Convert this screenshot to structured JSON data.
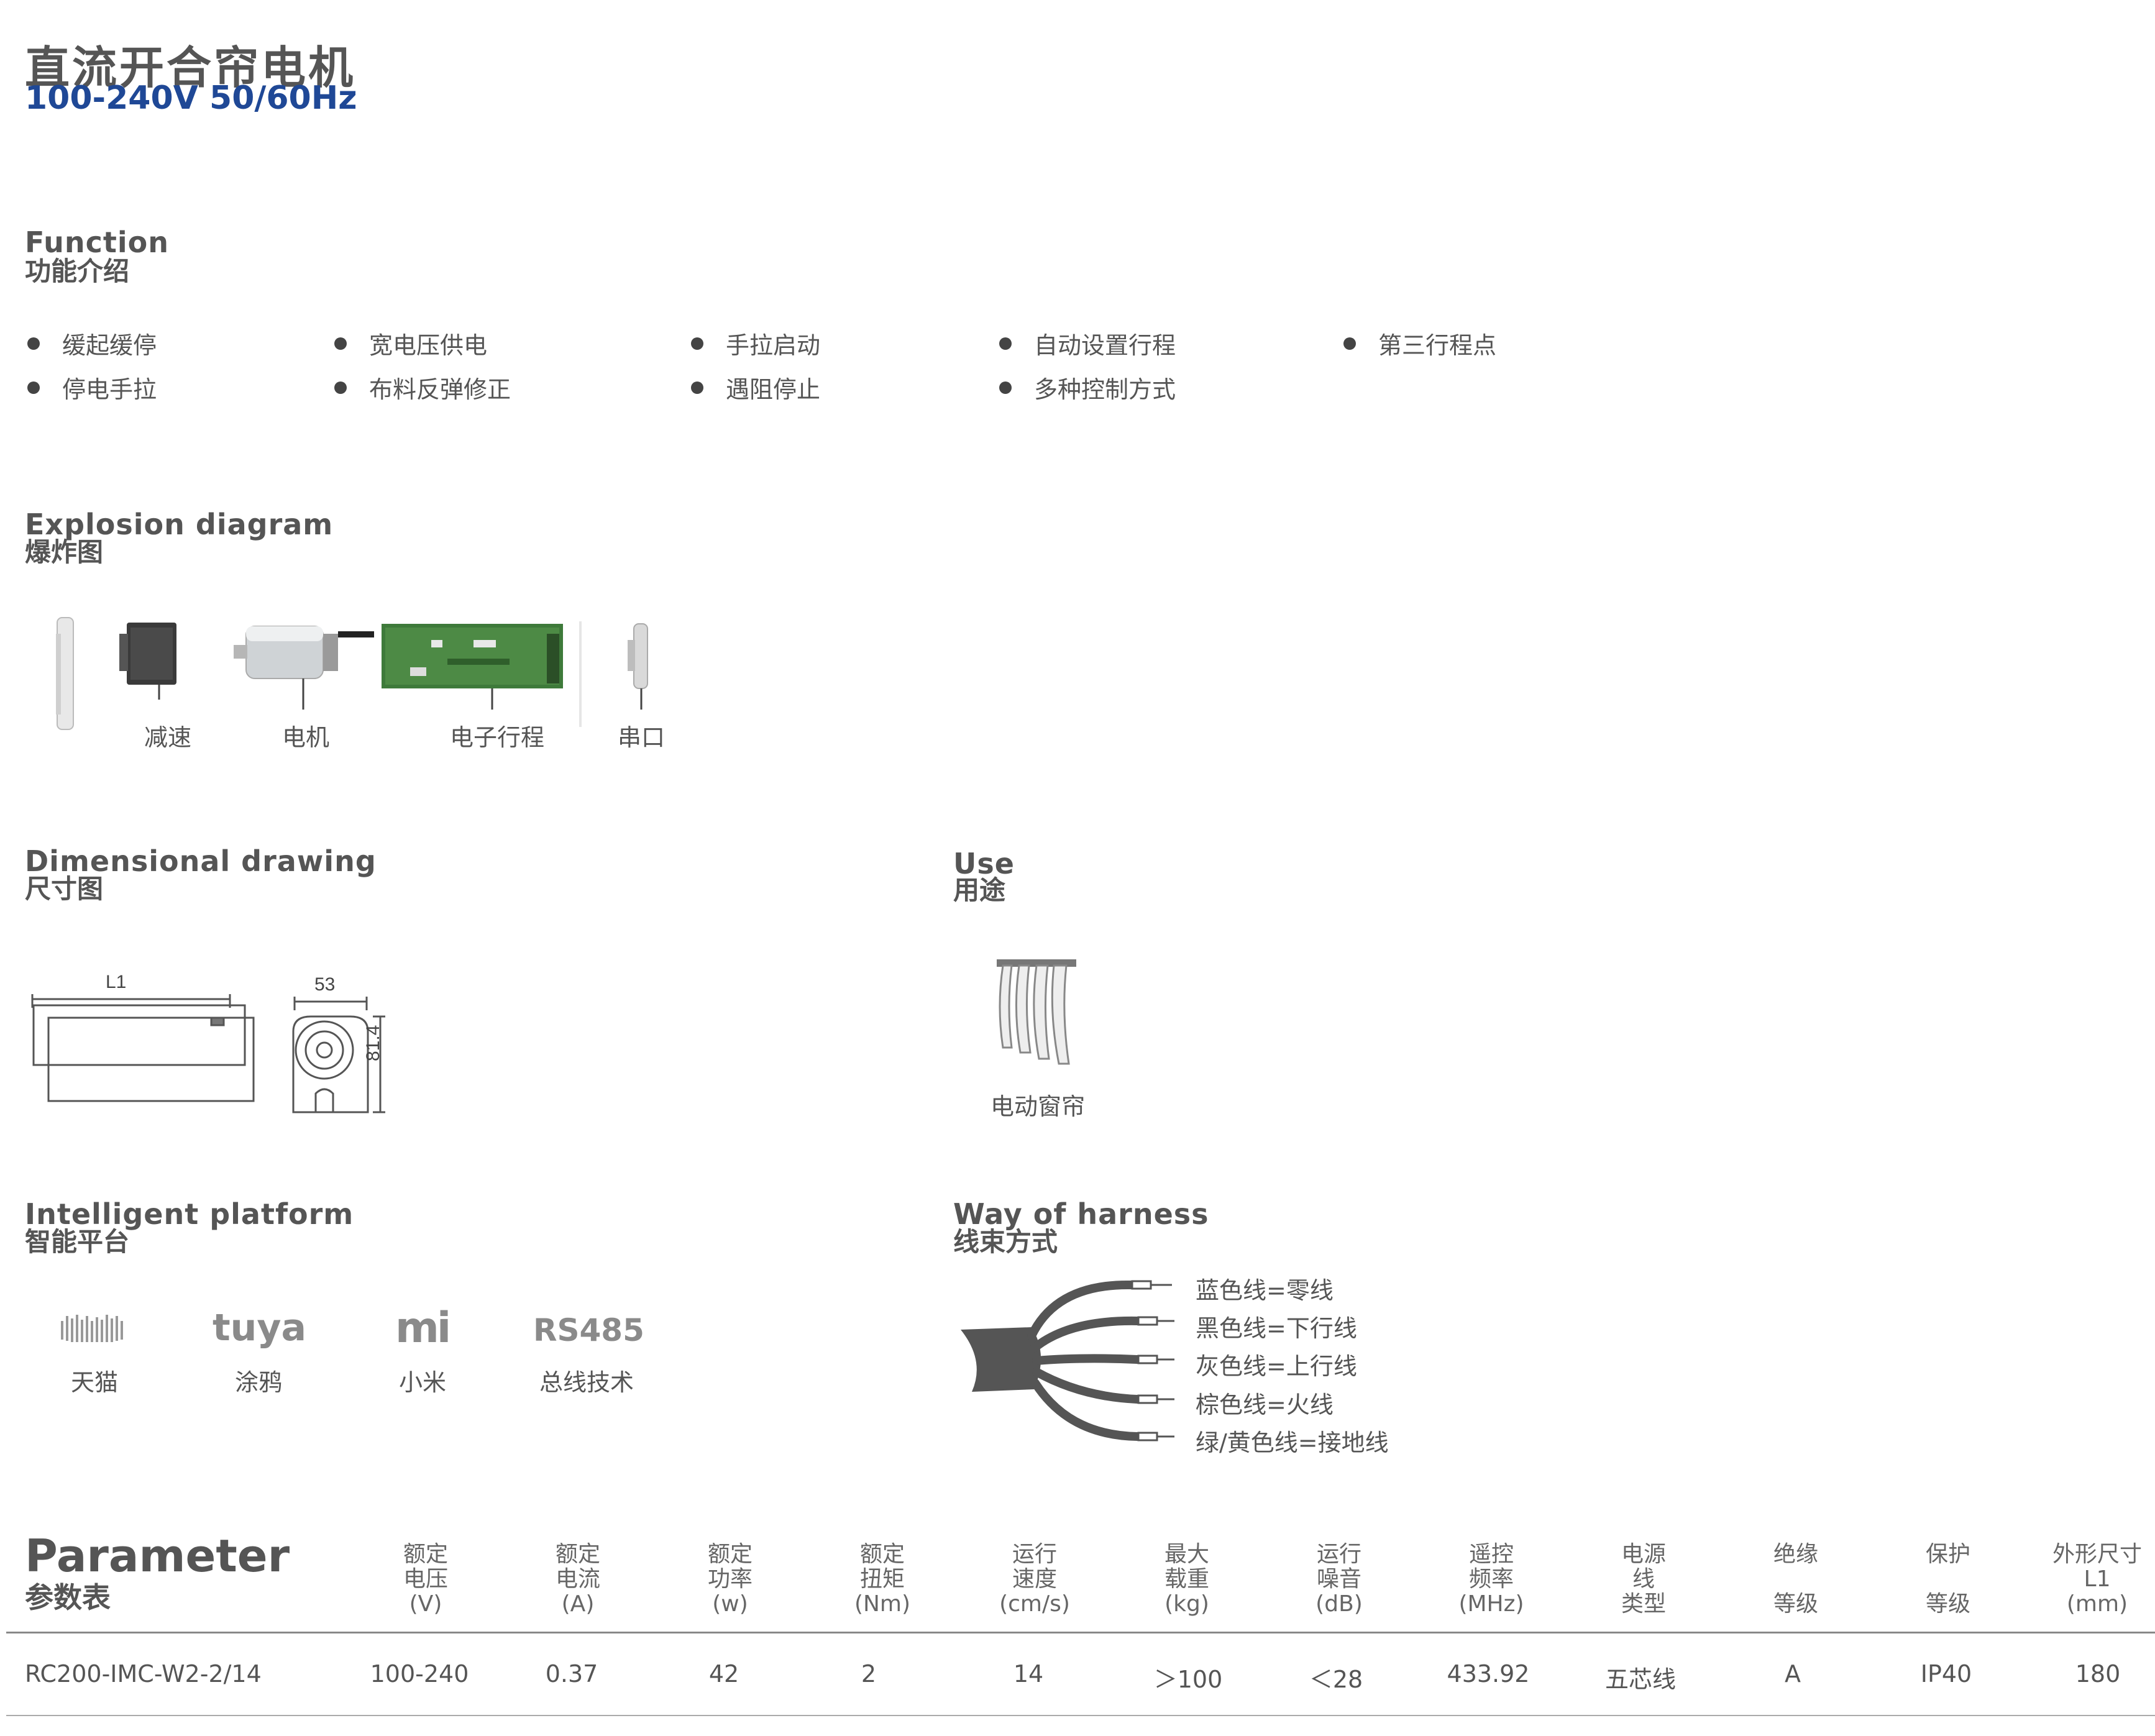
{
  "header": {
    "title": "直流开合帘电机",
    "subtitle": "100-240V 50/60Hz"
  },
  "function": {
    "title_en": "Function",
    "title_cn": "功能介绍",
    "items": [
      "缓起缓停",
      "宽电压供电",
      "手拉启动",
      "自动设置行程",
      "第三行程点",
      "停电手拉",
      "布料反弹修正",
      "遇阻停止",
      "多种控制方式"
    ]
  },
  "explosion": {
    "title_en": "Explosion diagram",
    "title_cn": "爆炸图",
    "labels": [
      "减速",
      "电机",
      "电子行程",
      "串口"
    ]
  },
  "dimension": {
    "title_en": "Dimensional drawing",
    "title_cn": "尺寸图",
    "l1": "L1",
    "width": "53",
    "height": "81.4"
  },
  "use": {
    "title_en": "Use",
    "title_cn": "用途",
    "label": "电动窗帘"
  },
  "platform": {
    "title_en": "Intelligent platform",
    "title_cn": "智能平台",
    "logos": {
      "tuya": "tuya",
      "mi": "mi",
      "rs485": "RS485"
    },
    "items": [
      "天猫",
      "涂鸦",
      "小米",
      "总线技术"
    ]
  },
  "harness": {
    "title_en": "Way of harness",
    "title_cn": "线束方式",
    "wires": [
      "蓝色线=零线",
      "黑色线=下行线",
      "灰色线=上行线",
      "棕色线=火线",
      "绿/黄色线=接地线"
    ]
  },
  "parameter": {
    "title_en": "Parameter",
    "title_cn": "参数表",
    "headers": [
      [
        "额定",
        "电压",
        "(V)"
      ],
      [
        "额定",
        "电流",
        "(A)"
      ],
      [
        "额定",
        "功率",
        "(w)"
      ],
      [
        "额定",
        "扭矩",
        "(Nm)"
      ],
      [
        "运行",
        "速度",
        "(cm/s)"
      ],
      [
        "最大",
        "载重",
        "(kg)"
      ],
      [
        "运行",
        "噪音",
        "(dB)"
      ],
      [
        "遥控",
        "频率",
        "(MHz)"
      ],
      [
        "电源",
        "线",
        "类型"
      ],
      [
        "绝缘",
        "",
        "等级"
      ],
      [
        "保护",
        "",
        "等级"
      ],
      [
        "外形尺寸",
        "L1",
        "(mm)"
      ]
    ],
    "row": [
      "RC200-IMC-W2-2/14",
      "100-240",
      "0.37",
      "42",
      "2",
      "14",
      "＞100",
      "＜28",
      "433.92",
      "五芯线",
      "A",
      "IP40",
      "180"
    ]
  }
}
